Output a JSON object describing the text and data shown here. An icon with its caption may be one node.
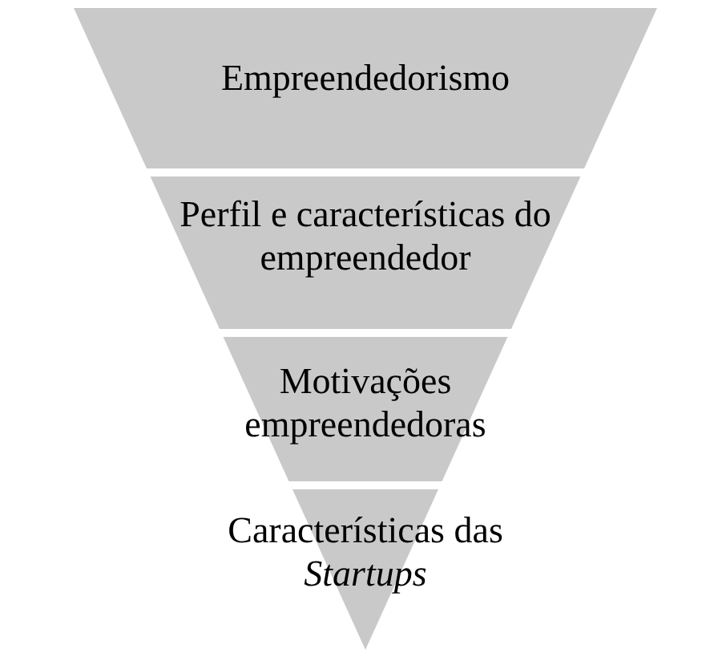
{
  "diagram": {
    "nodes": [
      {
        "text": [
          "Empreendedorismo"
        ]
      },
      {
        "text": [
          "Perfil e características do empreendedor"
        ]
      },
      {
        "text": [
          "Motivações empreendedoras"
        ]
      },
      {
        "text": [
          "Características das *Startups*"
        ]
      }
    ]
  }
}
